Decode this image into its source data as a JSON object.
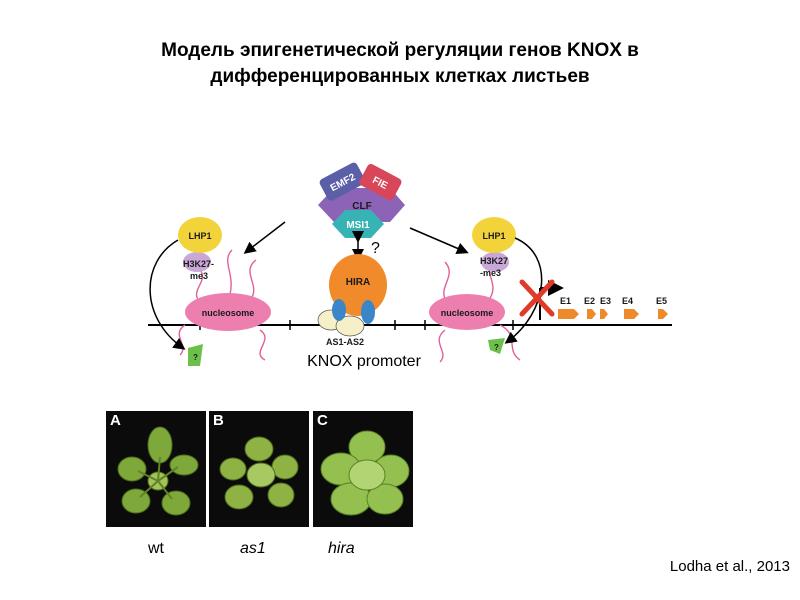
{
  "title": {
    "line1": "Модель эпигенетической регуляции генов KNOX в",
    "line2": "дифференцированных клетках листьев"
  },
  "diagram": {
    "complex": {
      "emf2": "EMF2",
      "fie": "FIE",
      "clf": "CLF",
      "msi1": "MSI1",
      "question": "?"
    },
    "hira": "HIRA",
    "as_label": "AS1-AS2",
    "promoter_label": "KNOX promoter",
    "left": {
      "lhp1": "LHP1",
      "mark_line1": "H3K27-",
      "mark_line2": "me3",
      "nucleosome": "nucleosome",
      "unknown": "?"
    },
    "right": {
      "lhp1": "LHP1",
      "mark_line1": "H3K27",
      "mark_line2": "-me3",
      "nucleosome": "nucleosome",
      "unknown": "?"
    },
    "exons": [
      "E1",
      "E2",
      "E3",
      "E4",
      "E5"
    ],
    "colors": {
      "lhp1": "#f2d43a",
      "h3k27": "#c9a8d8",
      "nucleosome": "#ec7fae",
      "tail": "#e0609a",
      "hira": "#f08a2a",
      "as_blob": "#f5f0c8",
      "as_blue": "#3a86c8",
      "emf2": "#5b5fa8",
      "fie": "#d8465a",
      "clf": "#8d63b8",
      "msi1": "#38b3b5",
      "exon": "#ef8a2a",
      "unknown_box": "#6cc04a",
      "cross": "#e03a2a"
    }
  },
  "photos": {
    "a": "A",
    "b": "B",
    "c": "C"
  },
  "captions": {
    "wt": "wt",
    "as1": "as1",
    "hira": "hira"
  },
  "citation": "Lodha et al., 2013"
}
